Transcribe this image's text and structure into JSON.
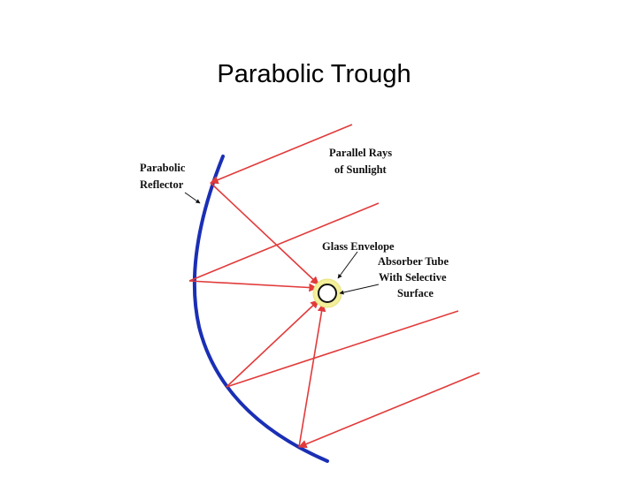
{
  "title": "Parabolic Trough",
  "labels": {
    "reflector_line1": "Parabolic",
    "reflector_line2": "Reflector",
    "rays_line1": "Parallel Rays",
    "rays_line2": "of Sunlight",
    "envelope": "Glass Envelope",
    "absorber_line1": "Absorber Tube",
    "absorber_line2": "With Selective",
    "absorber_line3": "Surface"
  },
  "colors": {
    "reflector": "#1a2fb5",
    "rays": "#e23a3a",
    "envelope": "#f3ef9a",
    "text": "#111111"
  }
}
